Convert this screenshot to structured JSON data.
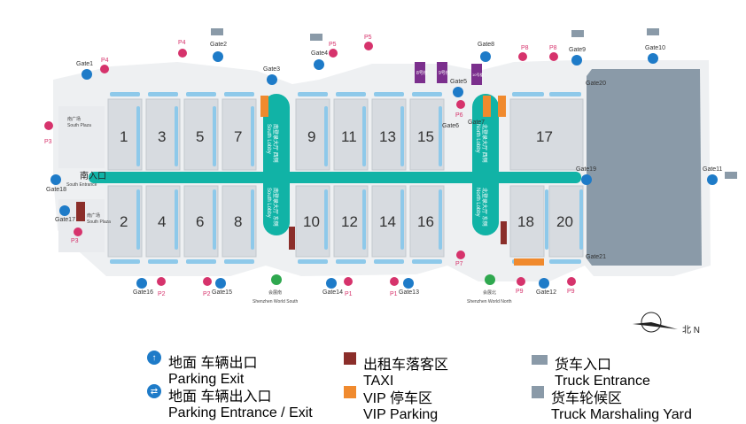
{
  "halls": [
    {
      "id": "1",
      "label": "1"
    },
    {
      "id": "3",
      "label": "3"
    },
    {
      "id": "5",
      "label": "5"
    },
    {
      "id": "7",
      "label": "7"
    },
    {
      "id": "2",
      "label": "2"
    },
    {
      "id": "4",
      "label": "4"
    },
    {
      "id": "6",
      "label": "6"
    },
    {
      "id": "8",
      "label": "8"
    },
    {
      "id": "9",
      "label": "9"
    },
    {
      "id": "11",
      "label": "11"
    },
    {
      "id": "13",
      "label": "13"
    },
    {
      "id": "15",
      "label": "15"
    },
    {
      "id": "10",
      "label": "10"
    },
    {
      "id": "12",
      "label": "12"
    },
    {
      "id": "14",
      "label": "14"
    },
    {
      "id": "16",
      "label": "16"
    },
    {
      "id": "17",
      "label": "17"
    },
    {
      "id": "18",
      "label": "18"
    },
    {
      "id": "20",
      "label": "20"
    }
  ],
  "small_halls": [
    {
      "label": "8号楼"
    },
    {
      "label": "9号楼"
    },
    {
      "label": "10号楼"
    }
  ],
  "gates": [
    "Gate1",
    "Gate2",
    "Gate3",
    "Gate4",
    "Gate5",
    "Gate6",
    "Gate7",
    "Gate8",
    "Gate9",
    "Gate10",
    "Gate11",
    "Gate12",
    "Gate13",
    "Gate14",
    "Gate15",
    "Gate16",
    "Gate17",
    "Gate18",
    "Gate19",
    "Gate20",
    "Gate21"
  ],
  "parking": [
    "P1",
    "P1",
    "P2",
    "P2",
    "P3",
    "P3",
    "P4",
    "P4",
    "P5",
    "P5",
    "P6",
    "P7",
    "P8",
    "P8",
    "P9",
    "P9"
  ],
  "plazas": {
    "south_plaza_top_cn": "南广场",
    "south_plaza_top_en": "South Plaza",
    "south_plaza_bottom_cn": "南广场",
    "south_plaza_bottom_en": "South Plaza"
  },
  "south_entrance": {
    "cn": "南入口",
    "en": "South Entrance"
  },
  "lobbies": {
    "south_west": "南登录大厅 西侧",
    "south_west_en": "South Lobby",
    "south_east": "南登录大厅 东侧",
    "south_east_en": "South Lobby",
    "north_west": "北登录大厅 西侧",
    "north_west_en": "North Lobby",
    "north_east": "北登录大厅 东侧",
    "north_east_en": "North Lobby"
  },
  "metro": {
    "south_cn": "会展南",
    "south_en": "Shenzhen World South",
    "north_cn": "会展北",
    "north_en": "Shenzhen World North"
  },
  "north_arrow": "北 N",
  "legend": [
    {
      "cn": "地面 车辆出口",
      "en": "Parking Exit",
      "icon": "up-arrow-circle-icon",
      "color": "#1e7bc8"
    },
    {
      "cn": "地面 车辆出入口",
      "en": "Parking Entrance / Exit",
      "icon": "two-way-arrow-circle-icon",
      "color": "#1e7bc8"
    },
    {
      "cn": "出租车落客区",
      "en": "TAXI",
      "icon": "taxi-swatch",
      "color": "#8b2e2a"
    },
    {
      "cn": "VIP 停车区",
      "en": "VIP Parking",
      "icon": "vip-swatch",
      "color": "#f08a2e"
    },
    {
      "cn": "货车入口",
      "en": "Truck Entrance",
      "icon": "truck-icon",
      "color": "#8a9aa8"
    },
    {
      "cn": "货车轮候区",
      "en": "Truck Marshaling Yard",
      "icon": "yard-swatch",
      "color": "#8a9aa8"
    }
  ],
  "colors": {
    "hall": "#d7dbe0",
    "hall_border": "#c3c8ce",
    "corridor": "#11b3a6",
    "blue_strip": "#8ec9ea",
    "taxi": "#8b2e2a",
    "vip": "#f08a2e",
    "yard": "#8a9aa8",
    "purple": "#7b2f8d",
    "pink": "#d6336c",
    "blue": "#1e7bc8",
    "green": "#2fa84f"
  }
}
